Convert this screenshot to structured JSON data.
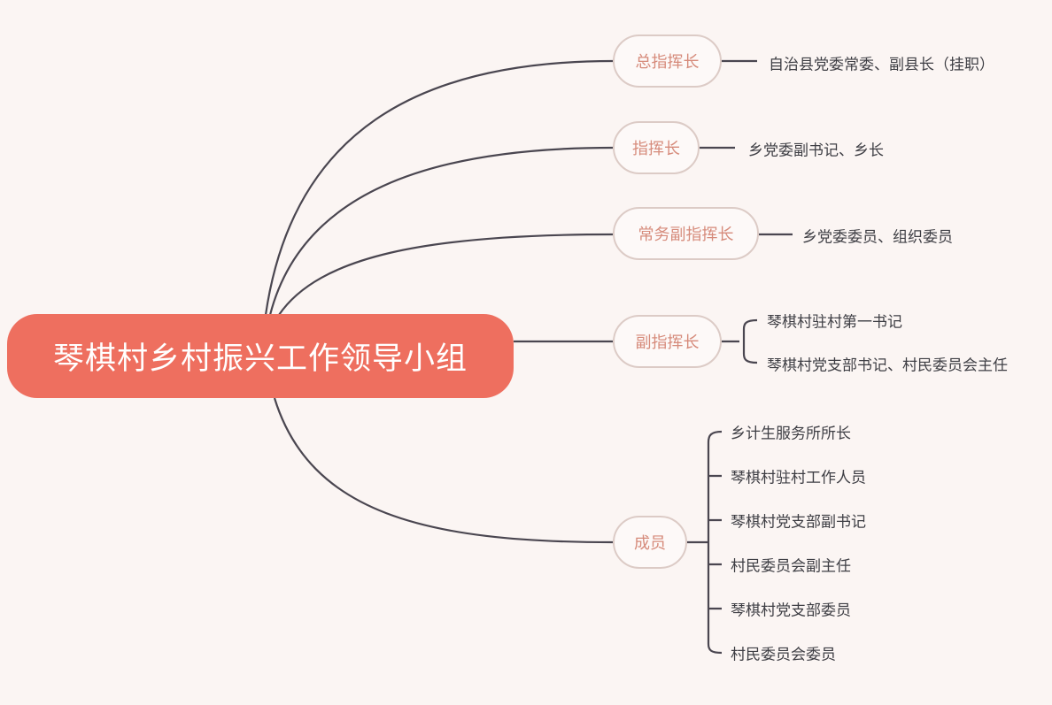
{
  "root": {
    "label": "琴棋村乡村振兴工作领导小组"
  },
  "branches": [
    {
      "label": "总指挥长",
      "children": [
        "自治县党委常委、副县长（挂职）"
      ]
    },
    {
      "label": "指挥长",
      "children": [
        "乡党委副书记、乡长"
      ]
    },
    {
      "label": "常务副指挥长",
      "children": [
        "乡党委委员、组织委员"
      ]
    },
    {
      "label": "副指挥长",
      "children": [
        "琴棋村驻村第一书记",
        "琴棋村党支部书记、村民委员会主任"
      ]
    },
    {
      "label": "成员",
      "children": [
        "乡计生服务所所长",
        "琴棋村驻村工作人员",
        "琴棋村党支部副书记",
        "村民委员会副主任",
        "琴棋村党支部委员",
        "村民委员会委员"
      ]
    }
  ],
  "colors": {
    "root": "#ee6f5f",
    "background": "#fbf5f3",
    "branch_text": "#d68b7b",
    "line": "#4a4650"
  }
}
